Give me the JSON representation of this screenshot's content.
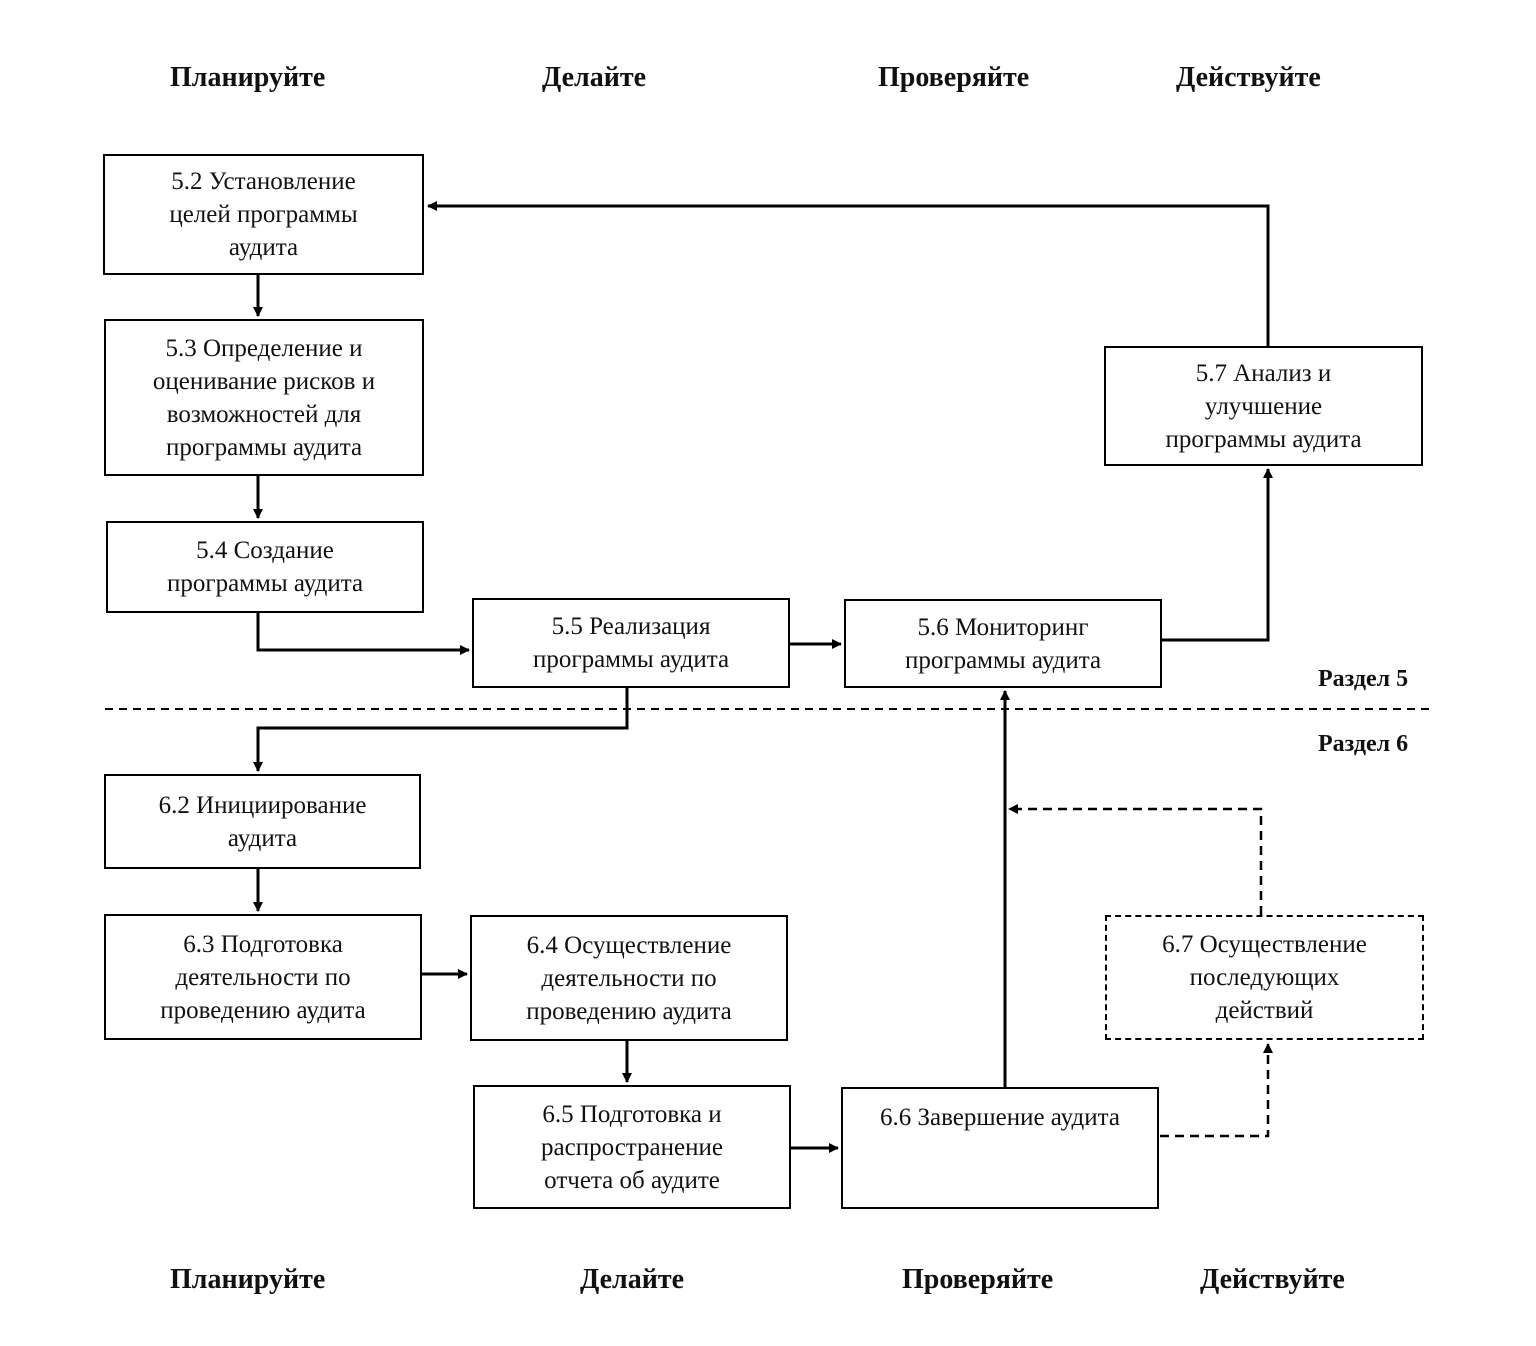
{
  "phases_top": [
    "Планируйте",
    "Делайте",
    "Проверяйте",
    "Действуйте"
  ],
  "phases_bottom": [
    "Планируйте",
    "Делайте",
    "Проверяйте",
    "Действуйте"
  ],
  "sections": {
    "s5": "Раздел 5",
    "s6": "Раздел 6"
  },
  "boxes": {
    "b52": [
      "5.2 Установление",
      "целей программы",
      "аудита"
    ],
    "b53": [
      "5.3 Определение и",
      "оценивание рисков и",
      "возможностей для",
      "программы аудита"
    ],
    "b54": [
      "5.4 Создание",
      "программы аудита"
    ],
    "b55": [
      "5.5 Реализация",
      "программы аудита"
    ],
    "b56": [
      "5.6 Мониторинг",
      "программы аудита"
    ],
    "b57": [
      "5.7 Анализ и",
      "улучшение",
      "программы аудита"
    ],
    "b62": [
      "6.2 Инициирование",
      "аудита"
    ],
    "b63": [
      "6.3 Подготовка",
      "деятельности по",
      "проведению аудита"
    ],
    "b64": [
      "6.4 Осуществление",
      "деятельности по",
      "проведению аудита"
    ],
    "b65": [
      "6.5 Подготовка и",
      "распространение",
      "отчета об аудите"
    ],
    "b66": [
      "6.6 Завершение аудита"
    ],
    "b67": [
      "6.7 Осуществление",
      "последующих",
      "действий"
    ]
  }
}
